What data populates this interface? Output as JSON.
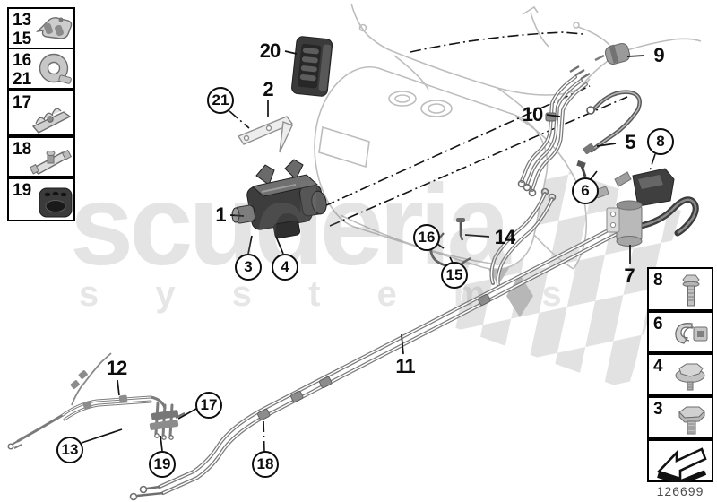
{
  "document": {
    "part_number": "126699",
    "watermark_line1": "scuderia",
    "watermark_line2": "s y s t e m s"
  },
  "colors": {
    "line_art": "#7b7b7b",
    "light_outline": "#bdbdbd",
    "leader": "#141414",
    "watermark": "#e8e8e8",
    "flag_checker": "#e2e2e2"
  },
  "left_sidebar": {
    "boxes": [
      {
        "labels": [
          "13",
          "15"
        ],
        "icon": "pipe-clamp-icon"
      },
      {
        "labels": [
          "16",
          "21"
        ],
        "icon": "hose-clip-icon"
      },
      {
        "labels": [
          "17"
        ],
        "icon": "line-holder-icon"
      },
      {
        "labels": [
          "18"
        ],
        "icon": "mounting-bracket-icon"
      },
      {
        "labels": [
          "19"
        ],
        "icon": "rubber-holder-icon"
      }
    ]
  },
  "right_sidebar": {
    "boxes": [
      {
        "labels": [
          "8"
        ],
        "icon": "long-bolt-icon"
      },
      {
        "labels": [
          "6"
        ],
        "icon": "clip-nut-icon"
      },
      {
        "labels": [
          "4"
        ],
        "icon": "flanged-bolt-icon"
      },
      {
        "labels": [
          "3"
        ],
        "icon": "hex-bolt-icon"
      },
      {
        "labels": [],
        "icon": "direction-arrow-icon"
      }
    ]
  },
  "callouts": {
    "c1": "1",
    "c2": "2",
    "c3": "3",
    "c4": "4",
    "c5": "5",
    "c6": "6",
    "c7": "7",
    "c8": "8",
    "c9": "9",
    "c10": "10",
    "c11": "11",
    "c12": "12",
    "c13": "13",
    "c14": "14",
    "c15": "15",
    "c16": "16",
    "c17": "17",
    "c18": "18",
    "c19": "19",
    "c20": "20",
    "c21": "21"
  }
}
